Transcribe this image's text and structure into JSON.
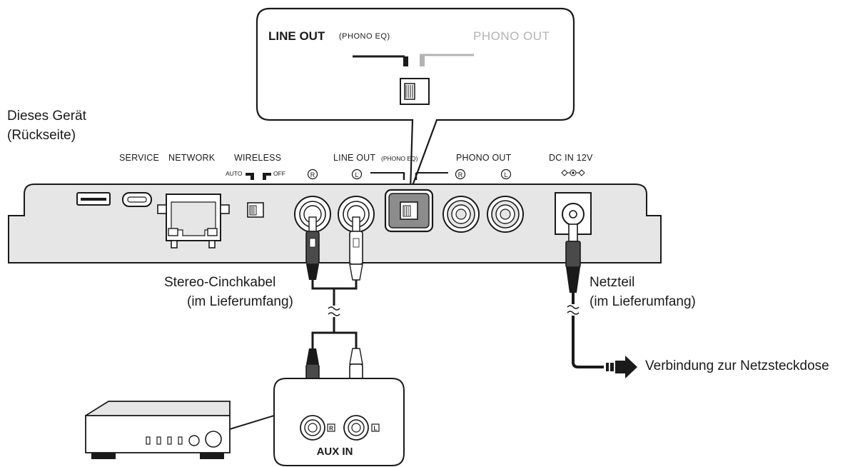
{
  "device": {
    "title": "Dieses Gerät",
    "subtitle": "(Rückseite)"
  },
  "panel_labels": {
    "service": "SERVICE",
    "network": "NETWORK",
    "wireless": "WIRELESS",
    "auto": "AUTO",
    "off": "OFF",
    "line_out": "LINE OUT",
    "phono_eq": "(PHONO EQ)",
    "phono_out": "PHONO OUT",
    "dc_in": "DC IN 12V",
    "r": "R",
    "l": "L"
  },
  "callout": {
    "line_out": "LINE OUT",
    "phono_eq": "(PHONO EQ)",
    "phono_out": "PHONO OUT"
  },
  "cables": {
    "stereo_line1": "Stereo-Cinchkabel",
    "stereo_line2": "(im Lieferumfang)",
    "power_line1": "Netzteil",
    "power_line2": "(im Lieferumfang)",
    "outlet": "Verbindung zur Netzsteckdose"
  },
  "amp": {
    "aux_in": "AUX IN",
    "r": "R",
    "l": "L"
  },
  "colors": {
    "panel_fill": "#e6e6e6",
    "stroke": "#1a1a1a",
    "highlight_fill": "#8c8c8c",
    "inactive_gray": "#b3b3b3"
  }
}
